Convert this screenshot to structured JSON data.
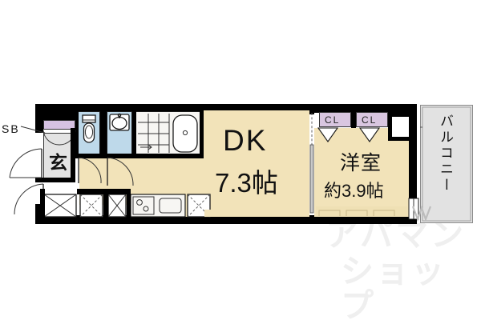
{
  "plan": {
    "rooms": {
      "dk": {
        "name": "DK",
        "area": "7.3帖"
      },
      "bedroom": {
        "name": "洋室",
        "area": "約3.9帖"
      },
      "balcony": {
        "label": "バルコニー"
      },
      "genkan": {
        "label": "玄"
      }
    },
    "annotations": {
      "shoe_box": "SB",
      "closet_1": "CL",
      "closet_2": "CL"
    },
    "watermark": {
      "line1": "アパマン",
      "line2": "ショップ"
    },
    "colors": {
      "floor": "#f2e3b9",
      "wet_area": "#bed9ea",
      "closet": "#d9c6e0",
      "balcony": "#e2e2e2",
      "wall": "#000000",
      "watermark": "#efefef"
    },
    "fixtures": [
      "toilet",
      "washbasin",
      "bathtub",
      "shower-tiles",
      "kitchen-sink",
      "gas-stove",
      "under-counter-cabinet",
      "entrance-door",
      "balcony-window",
      "sliding-partition"
    ]
  }
}
